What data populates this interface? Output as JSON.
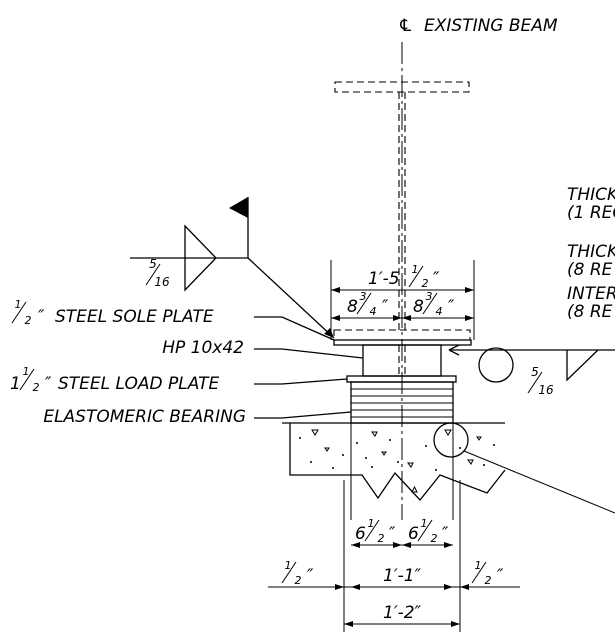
{
  "title": {
    "prefix": "℄",
    "text": "EXISTING BEAM"
  },
  "callouts": {
    "sole_plate": "STEEL SOLE PLATE",
    "sole_plate_thickness": {
      "whole": "",
      "num": "1",
      "den": "2",
      "unit": "″"
    },
    "pile": "HP 10x42",
    "load_plate": "STEEL LOAD PLATE",
    "load_plate_thickness": {
      "whole": "1",
      "num": "1",
      "den": "2",
      "unit": "″"
    },
    "bearing": "ELASTOMERIC BEARING"
  },
  "weld_symbols": {
    "left_size": {
      "num": "5",
      "den": "16"
    },
    "right_size": {
      "num": "5",
      "den": "16"
    }
  },
  "notes_cut": [
    {
      "line1": "THICK",
      "line2": "(1 REQ"
    },
    {
      "line1": "THICK",
      "line2": "(8 RE"
    },
    {
      "line1": "INTER",
      "line2": "(8 RE"
    }
  ],
  "dimensions": {
    "top_overall": {
      "whole": "1′-5",
      "num": "1",
      "den": "2",
      "unit": "″"
    },
    "top_left": {
      "whole": "8",
      "num": "3",
      "den": "4",
      "unit": "″"
    },
    "top_right": {
      "whole": "8",
      "num": "3",
      "den": "4",
      "unit": "″"
    },
    "bot_left_half": {
      "whole": "6",
      "num": "1",
      "den": "2",
      "unit": "″"
    },
    "bot_right_half": {
      "whole": "6",
      "num": "1",
      "den": "2",
      "unit": "″"
    },
    "edge_left": {
      "whole": "",
      "num": "1",
      "den": "2",
      "unit": "″"
    },
    "middle": {
      "text": "1′-1″"
    },
    "edge_right": {
      "whole": "",
      "num": "1",
      "den": "2",
      "unit": "″"
    },
    "overall": {
      "text": "1′-2″"
    }
  }
}
